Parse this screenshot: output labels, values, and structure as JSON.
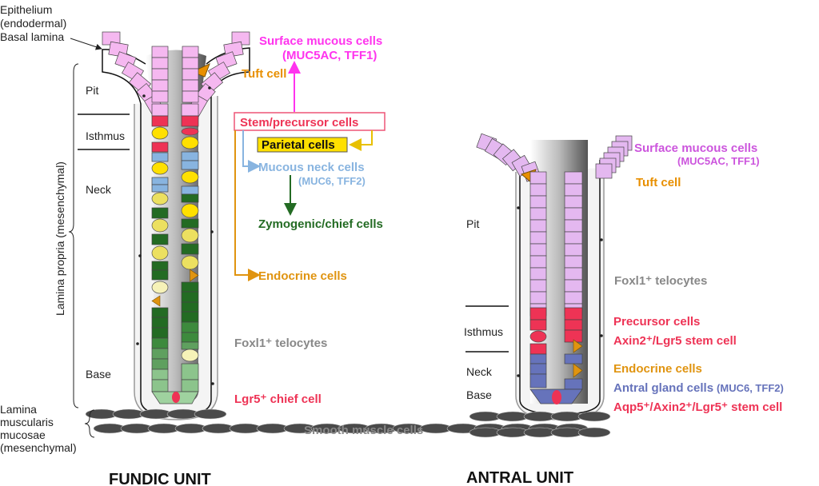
{
  "left_labels": {
    "epithelium": "Epithelium",
    "endodermal": "(endodermal)",
    "basal_lamina": "Basal lamina",
    "pit": "Pit",
    "isthmus": "Isthmus",
    "neck": "Neck",
    "base": "Base",
    "lamina_propria": "Lamina propria (mesenchymal)",
    "lamina": "Lamina",
    "muscularis": "muscularis",
    "mucosae": "mucosae",
    "mesenchymal": "(mesenchymal)"
  },
  "fundic": {
    "title": "FUNDIC UNIT",
    "surface_mucous": "Surface mucous cells",
    "surface_markers": "(MUC5AC, TFF1)",
    "tuft": "Tuft cell",
    "stem": "Stem/precursor cells",
    "parietal": "Parietal cells",
    "mucous_neck": "Mucous neck cells",
    "neck_markers": "(MUC6, TFF2)",
    "zymogenic": "Zymogenic/chief cells",
    "endocrine": "Endocrine cells",
    "telocytes": "Foxl1⁺ telocytes",
    "lgr5": "Lgr5⁺ chief cell",
    "smooth_muscle": "Smooth muscle cells"
  },
  "antral": {
    "title": "ANTRAL UNIT",
    "surface_mucous": "Surface mucous cells",
    "surface_markers": "(MUC5AC, TFF1)",
    "tuft": "Tuft cell",
    "pit": "Pit",
    "telocytes": "Foxl1⁺ telocytes",
    "isthmus": "Isthmus",
    "neck": "Neck",
    "base": "Base",
    "precursor": "Precursor cells",
    "axin2": "Axin2⁺/Lgr5  stem cell",
    "endocrine": "Endocrine cells",
    "antral_gland": "Antral gland cells",
    "antral_markers": "(MUC6, TFF2)",
    "aqp5": "Aqp5⁺/Axin2⁺/Lgr5⁺ stem cell"
  },
  "colors": {
    "surface": "#ff33ee",
    "surface_cell": "#f5b8f0",
    "antral_surface": "#cc55dd",
    "antral_surface_cell": "#e4b8f0",
    "tuft": "#e88f00",
    "stem": "#ee3355",
    "parietal": "#ffe000",
    "mucous_neck": "#88b4e0",
    "chief": "#236b23",
    "endocrine": "#e09410",
    "telocyte": "#888888",
    "antral_gland": "#6673bb"
  }
}
